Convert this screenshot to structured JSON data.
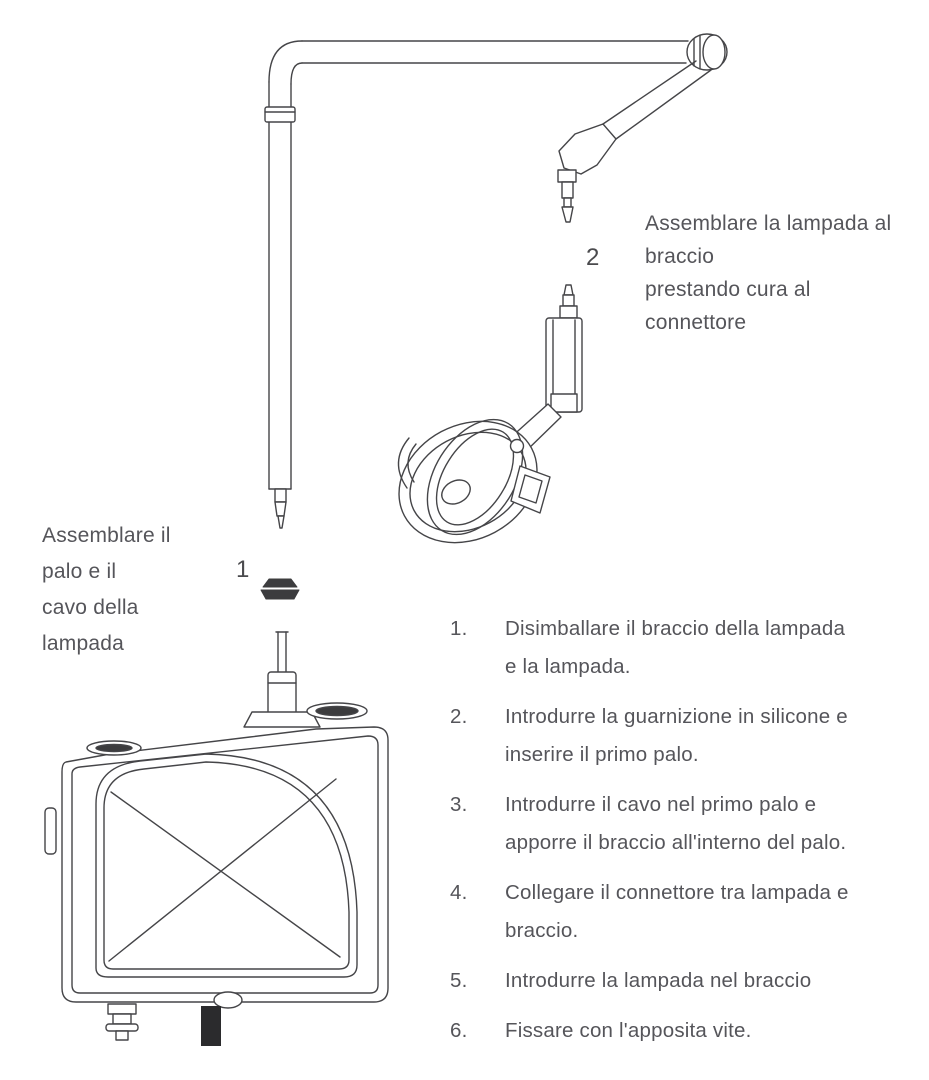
{
  "page": {
    "background": "#ffffff",
    "text_color": "#56565a",
    "line_color": "#454548"
  },
  "callouts": {
    "step1_label": "1",
    "step2_label": "2"
  },
  "notes": {
    "lamp_to_arm": {
      "lines": [
        "Assemblare la lampada al",
        "braccio",
        "prestando cura al",
        "connettore"
      ]
    },
    "pole_and_cable": {
      "lines": [
        "Assemblare il",
        "palo e il",
        "cavo della",
        "lampada"
      ]
    }
  },
  "instructions": {
    "items": [
      {
        "num": "1.",
        "lines": [
          "Disimballare il braccio della lampada",
          "e la lampada."
        ]
      },
      {
        "num": "2.",
        "lines": [
          "Introdurre la guarnizione in silicone e",
          "inserire il primo palo."
        ]
      },
      {
        "num": "3.",
        "lines": [
          "Introdurre il cavo nel primo palo e",
          "apporre il braccio all'interno del palo."
        ]
      },
      {
        "num": "4.",
        "lines": [
          "Collegare il connettore tra lampada e",
          "braccio."
        ]
      },
      {
        "num": "5.",
        "lines": [
          "Introdurre la lampada nel braccio"
        ]
      },
      {
        "num": "6.",
        "lines": [
          "Fissare con l'apposita vite."
        ]
      }
    ]
  }
}
